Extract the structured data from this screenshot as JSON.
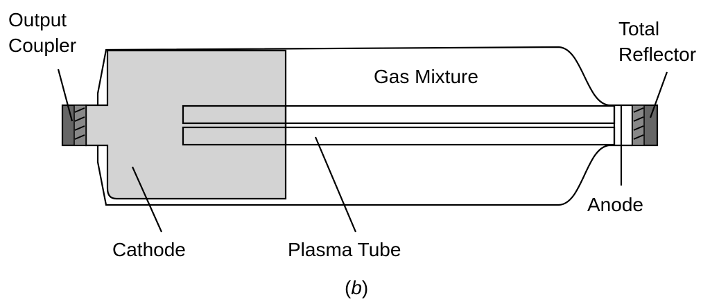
{
  "labels": {
    "output_coupler_line1": "Output",
    "output_coupler_line2": "Coupler",
    "total_reflector_line1": "Total",
    "total_reflector_line2": "Reflector",
    "gas_mixture": "Gas Mixture",
    "anode": "Anode",
    "cathode": "Cathode",
    "plasma_tube": "Plasma Tube",
    "caption_open": "(",
    "caption_letter": "b",
    "caption_close": ")"
  },
  "colors": {
    "cathode_fill": "#d3d3d3",
    "mirror_fill": "#666666",
    "stroke": "#000000"
  }
}
